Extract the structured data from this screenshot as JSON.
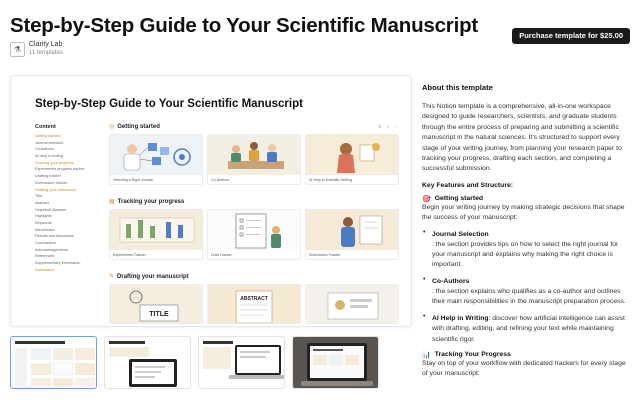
{
  "header": {
    "title": "Step-by-Step Guide to Your Scientific Manuscript",
    "purchase_label": "Purchase template for $25.00",
    "creator_name": "Clarity Lab",
    "creator_count": "11 templates"
  },
  "preview": {
    "title": "Step-by-Step Guide to Your Scientific Manuscript",
    "toc_heading": "Content",
    "toc_items": [
      {
        "label": "Getting started",
        "highlight": true
      },
      {
        "label": "Journal selection",
        "highlight": false
      },
      {
        "label": "Co-authors",
        "highlight": false
      },
      {
        "label": "AI help in writing",
        "highlight": false
      },
      {
        "label": "Tracking your progress",
        "highlight": true
      },
      {
        "label": "Experiments progress tracker",
        "highlight": false
      },
      {
        "label": "Drafting tracker",
        "highlight": false
      },
      {
        "label": "Submission tracker",
        "highlight": false
      },
      {
        "label": "Drafting your manuscript",
        "highlight": true
      },
      {
        "label": "Title",
        "highlight": false
      },
      {
        "label": "Abstract",
        "highlight": false
      },
      {
        "label": "Graphical Abstract",
        "highlight": false
      },
      {
        "label": "Highlights",
        "highlight": false
      },
      {
        "label": "Keywords",
        "highlight": false
      },
      {
        "label": "Introduction",
        "highlight": false
      },
      {
        "label": "Results and discussion",
        "highlight": false
      },
      {
        "label": "Conclusions",
        "highlight": false
      },
      {
        "label": "Acknowledgements",
        "highlight": false
      },
      {
        "label": "References",
        "highlight": false
      },
      {
        "label": "Supplementary information",
        "highlight": false
      },
      {
        "label": "Submission",
        "highlight": true
      }
    ],
    "sections": [
      {
        "title": "Getting started",
        "cards": [
          "Selecting a Right Journal",
          "Co-Authors",
          "AI Help in Scientific Writing"
        ]
      },
      {
        "title": "Tracking your progress",
        "cards": [
          "Experiments Tracker",
          "Draft Tracker",
          "Submission Tracker"
        ]
      },
      {
        "title": "Drafting your manuscript",
        "cards": [
          "",
          "",
          ""
        ]
      }
    ]
  },
  "thumbnails": [
    "thumb-1",
    "thumb-2",
    "thumb-3",
    "thumb-4"
  ],
  "about": {
    "heading": "About this template",
    "intro": "This Notion template is a comprehensive, all-in-one workspace designed to guide researchers, scientists, and graduate students through the entire process of preparing and submitting a scientific manuscript in the natural sciences. It's structured to support every stage of your writing journey, from planning your research paper to tracking your progress, drafting each section, and completing a successful submission.",
    "features_heading": "Key Features and Structure:",
    "step1_title": "Getting started",
    "step1_body": "Begin your writing journey by making strategic decisions that shape the success of your manuscript:",
    "bullets": [
      {
        "title": "Journal Selection",
        "body": ": the section provides tips on how to select the right journal for your manuscript and explains why making the right choice is important."
      },
      {
        "title": "Co-Authors",
        "body": ": the section explains who qualifies as a co-author and outlines their main responsibilities in the manuscript preparation process."
      },
      {
        "title": "AI Help in Writing",
        "body": ": discover how artificial intelligence can assist with drafting, editing, and refining your text while maintaining scientific rigor."
      }
    ],
    "step2_title": "Tracking Your Progress",
    "step2_body": "Stay on top of your workflow with dedicated trackers for every stage of your manuscript:"
  },
  "colors": {
    "accent": "#c98a2a",
    "button": "#1b1b1b",
    "thumb_active": "#6c9fe8"
  }
}
